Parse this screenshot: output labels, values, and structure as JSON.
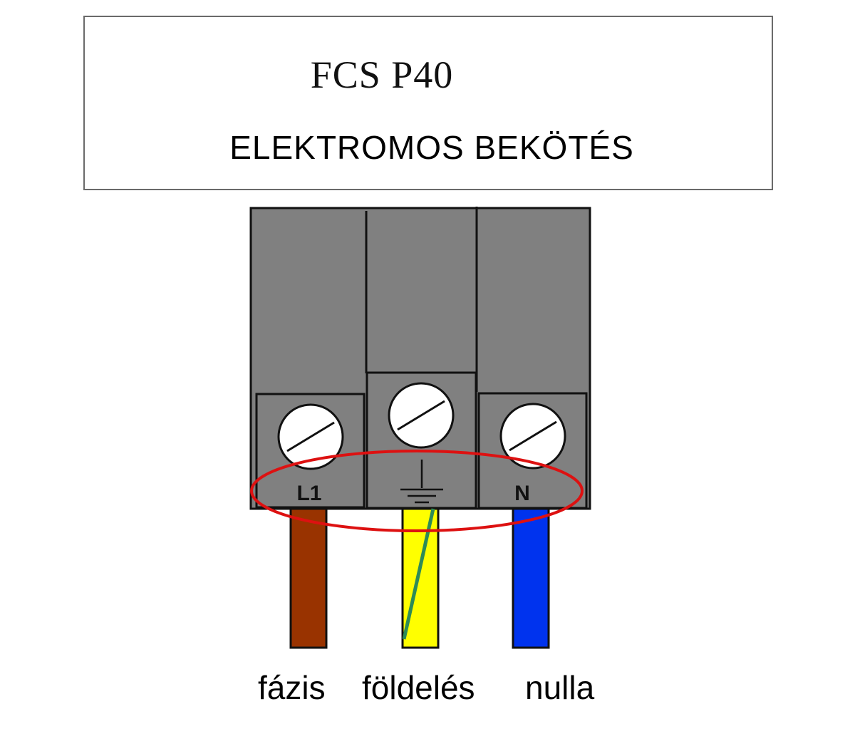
{
  "header": {
    "model": "FCS P40",
    "subtitle": "ELEKTROMOS BEKÖTÉS"
  },
  "terminals": [
    {
      "label": "L1",
      "symbol": "none"
    },
    {
      "label": "",
      "symbol": "ground-icon"
    },
    {
      "label": "N",
      "symbol": "none"
    }
  ],
  "wires": [
    {
      "label": "fázis",
      "color": "#993300"
    },
    {
      "label": "földelés",
      "color": "#ffff00",
      "stripe_color": "#2e8b57"
    },
    {
      "label": "nulla",
      "color": "#0033ee"
    }
  ],
  "colors": {
    "terminal_block": "#808080",
    "outline": "#111111",
    "highlight_ellipse": "#dd1111",
    "screw": "#ffffff"
  }
}
